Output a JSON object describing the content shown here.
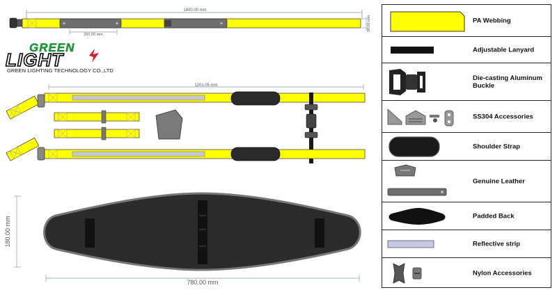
{
  "dimensions": {
    "overall_length": "1400.00 mm",
    "strap_width": "38.00 mm",
    "leather_length": "260.00 mm",
    "belt_length": "1201.05 mm",
    "pad_height": "180.00 mm",
    "pad_length": "780.00 mm"
  },
  "logo": {
    "line1": "GREEN",
    "line2": "LIGHT",
    "caption": "GREEN LIGHTING TECHNOLOGY CO.,LTD"
  },
  "colors": {
    "webbing": "#ffff00",
    "leather": "#6e6e6e",
    "black": "#1a1a1a",
    "logo_green": "#19a23a",
    "reflective": "#c8c8e8"
  },
  "legend": [
    {
      "icon": "pa-webbing-swatch",
      "label": "PA Webbing"
    },
    {
      "icon": "lanyard-bar",
      "label": "Adjustable Lanyard"
    },
    {
      "icon": "aluminum-buckle",
      "label": "Die-casting Aluminum Buckle"
    },
    {
      "icon": "ss304-hardware",
      "label": "SS304 Accessories"
    },
    {
      "icon": "shoulder-strap-pad",
      "label": "Shoulder Strap"
    },
    {
      "icon": "leather-pieces",
      "label": "Genuine Leather"
    },
    {
      "icon": "padded-back-shape",
      "label": "Padded Back"
    },
    {
      "icon": "reflective-strip-bar",
      "label": "Reflective strip"
    },
    {
      "icon": "nylon-buckles",
      "label": "Nylon Accessories"
    }
  ]
}
